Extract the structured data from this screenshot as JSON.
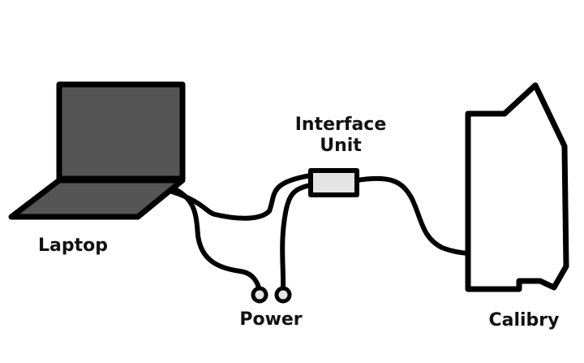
{
  "labels": {
    "laptop": "Laptop",
    "interface_unit": "Interface\nUnit",
    "power": "Power",
    "calibry": "Calibry"
  },
  "colors": {
    "laptop_fill": "#555555",
    "interface_fill": "#e4e4e4",
    "power_fill": "#e4e4e4",
    "stroke": "#000000",
    "background": "#ffffff"
  }
}
